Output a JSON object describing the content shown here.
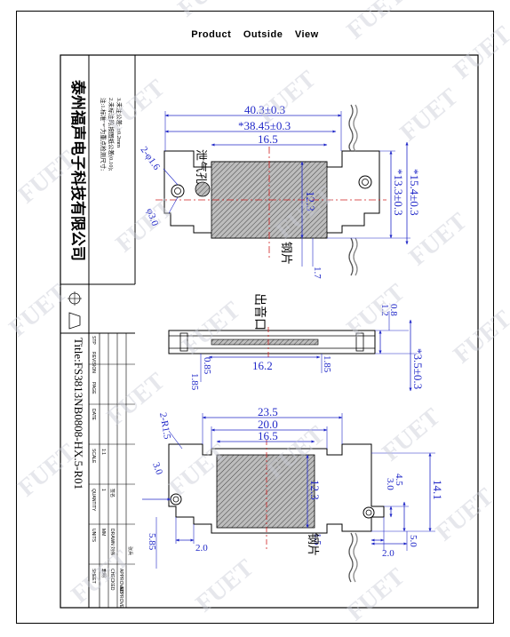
{
  "page": {
    "title": "Product    Outside    View"
  },
  "title_block": {
    "company": "泰州福声电子科技有限公司",
    "notes": [
      "注:1.标准\"*\"为重点检测尺寸;",
      "2.未标注的,按图纸公差(0.10);",
      "3.未注公差: ±0.2mm"
    ],
    "drawing_title": "Title:FS3813NB0808-HX.5-R01",
    "cells": [
      "STP",
      "REVISION",
      "PAGE",
      "DATE",
      "SCALE",
      "1:1",
      "QUANTITY",
      "1",
      "UNITS",
      "MM",
      "SHEET",
      "1",
      "DRAWN",
      "CHECKED",
      "APPROVED",
      "签名",
      "APPROVE",
      "李明",
      "刘伟",
      "张兵"
    ]
  },
  "labels": {
    "vent_hole": "泄气孔",
    "steel_plate_a": "钢片",
    "steel_plate_b": "钢片",
    "sound_outlet": "出音口"
  },
  "dimensions": {
    "top_view": [
      "40.3±0.3",
      "*38.45±0.3",
      "16.5",
      "12.3",
      "*13.3±0.3",
      "*15.4±0.3",
      "1.7",
      "2-φ1.6",
      "φ3.0"
    ],
    "side_view": [
      "0.8",
      "1.2",
      "0.85",
      "1.85",
      "16.2",
      "1.85",
      "*3.5±0.3"
    ],
    "bottom_view": [
      "23.5",
      "20.0",
      "16.5",
      "2-R1.5",
      "3.0",
      "12.3",
      "14.1",
      "4.5",
      "3.0",
      "5.85",
      "2.0",
      "1.5",
      "2.0",
      "5.0"
    ]
  },
  "watermark": "FUET",
  "colors": {
    "dimension": "#2028c8",
    "center_line": "#d02020",
    "outline": "#000000",
    "watermark": "#c9ccd6"
  }
}
